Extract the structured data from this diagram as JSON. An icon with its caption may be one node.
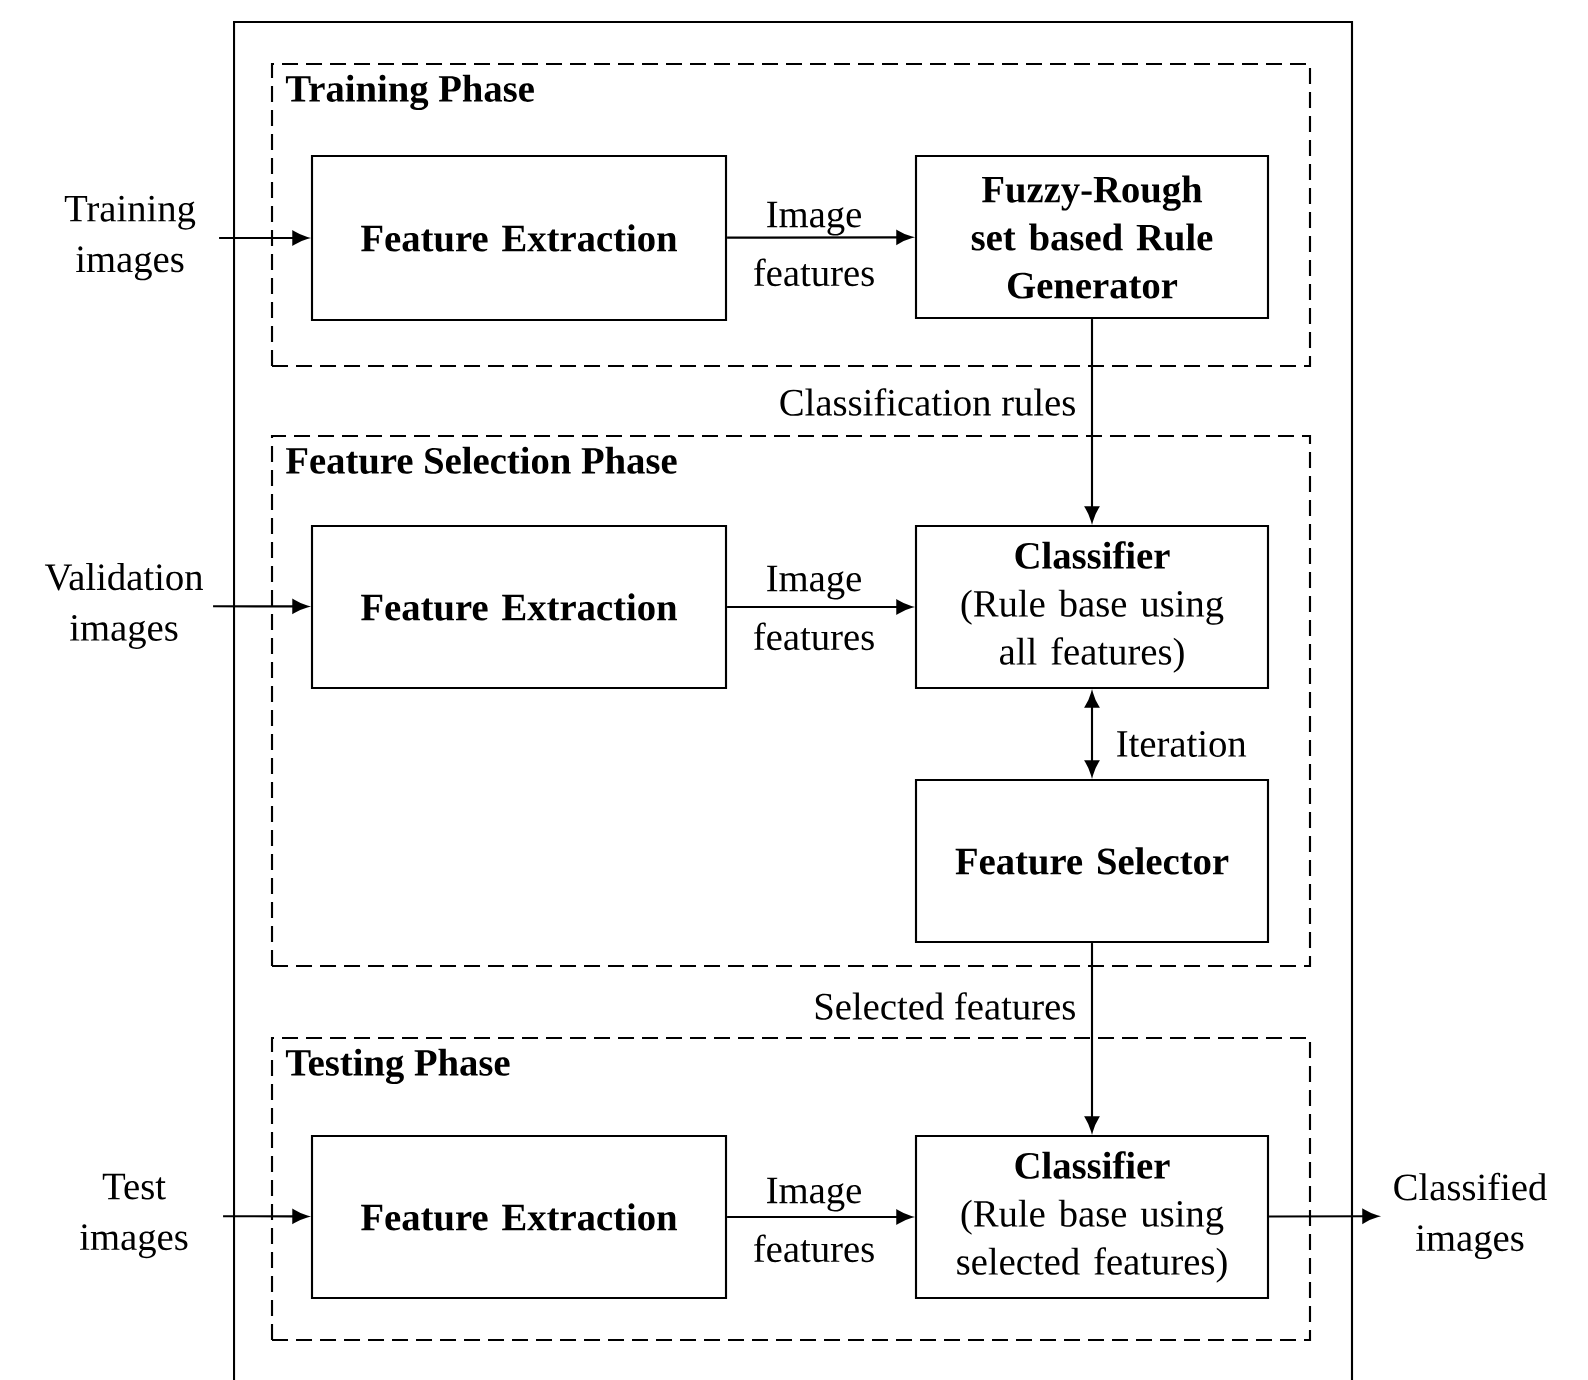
{
  "diagram": {
    "nodes": [
      {
        "text": [],
        "shape": "box"
      },
      {
        "text": [
          "Training Phase"
        ],
        "in": 0
      },
      {
        "text": [
          "Training images"
        ]
      },
      {
        "text": [
          "Feature Extraction"
        ],
        "in": 1
      },
      {
        "text": [
          "Fuzzy-Rough set based Rule Generator"
        ],
        "in": 1
      },
      {
        "text": [
          "Feature Selection Phase"
        ],
        "in": 0
      },
      {
        "text": [
          "Validation images"
        ]
      },
      {
        "text": [
          "Feature Extraction"
        ],
        "in": 5
      },
      {
        "text": [
          "Classifier",
          "(Rule base using all features)"
        ],
        "in": 5
      },
      {
        "text": [
          "Feature Selector"
        ],
        "in": 5
      },
      {
        "text": [
          "Testing Phase"
        ],
        "in": 0
      },
      {
        "text": [
          "Test images"
        ]
      },
      {
        "text": [
          "Feature Extraction"
        ],
        "in": 10
      },
      {
        "text": [
          "Classifier",
          "(Rule base using selected features)"
        ],
        "in": 10
      },
      {
        "text": [
          "Classified images"
        ]
      }
    ],
    "edges": [
      {
        "from": 2,
        "to": 3,
        "arrow": "to"
      },
      {
        "from": 3,
        "to": 4,
        "arrow": "to",
        "label": "Image features"
      },
      {
        "from": 4,
        "to": 8,
        "arrow": "to",
        "label": "Classification rules"
      },
      {
        "from": 6,
        "to": 7,
        "arrow": "to"
      },
      {
        "from": 7,
        "to": 8,
        "arrow": "to",
        "label": "Image features"
      },
      {
        "from": 8,
        "to": 9,
        "arrow": "both",
        "label": "Iteration"
      },
      {
        "from": 9,
        "to": 13,
        "arrow": "to",
        "label": "Selected features"
      },
      {
        "from": 11,
        "to": 12,
        "arrow": "to"
      },
      {
        "from": 12,
        "to": 13,
        "arrow": "to",
        "label": "Image features"
      },
      {
        "from": 13,
        "to": 14,
        "arrow": "to"
      }
    ]
  }
}
